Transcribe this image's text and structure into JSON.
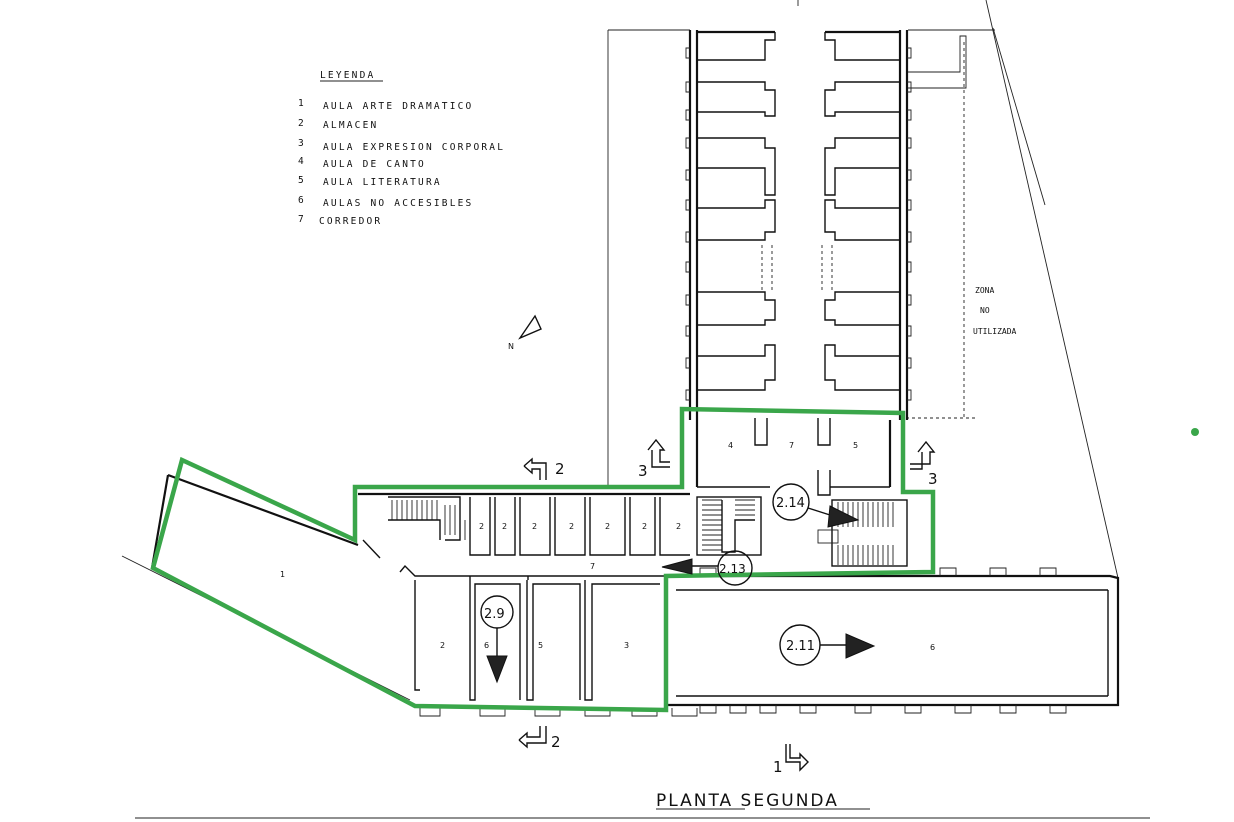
{
  "legend": {
    "title": "LEYENDA",
    "items": [
      {
        "num": "1",
        "text": "AULA ARTE DRAMATICO"
      },
      {
        "num": "2",
        "text": "ALMACEN"
      },
      {
        "num": "3",
        "text": "AULA EXPRESION CORPORAL"
      },
      {
        "num": "4",
        "text": "AULA DE CANTO"
      },
      {
        "num": "5",
        "text": "AULA LITERATURA"
      },
      {
        "num": "6",
        "text": "AULAS NO ACCESIBLES"
      },
      {
        "num": "7",
        "text": "CORREDOR"
      }
    ]
  },
  "north_label": "N",
  "zone_label": [
    "ZONA",
    "NO",
    "UTILIZADA"
  ],
  "section_marks": {
    "s2_top": "2",
    "s2_bottom": "2",
    "s3_left": "3",
    "s3_right": "3",
    "s1": "1"
  },
  "room_labels": {
    "r1": "1",
    "r2_a": "2",
    "r2_b": "2",
    "r2_c": "2",
    "r2_d": "2",
    "r2_e": "2",
    "r2_f": "2",
    "r2_g": "2",
    "r2_lower": "2",
    "r6_lower": "6",
    "r5_lower": "5",
    "r3_lower": "3",
    "r7_corridor": "7",
    "r4_top": "4",
    "r7_top": "7",
    "r5_top": "5",
    "r6_right": "6"
  },
  "viewpoints": {
    "v29": "2.9",
    "v211": "2.11",
    "v213": "2.13",
    "v214": "2.14"
  },
  "title": "PLANTA SEGUNDA",
  "colors": {
    "highlight": "#3aa64a",
    "ink": "#111111"
  }
}
